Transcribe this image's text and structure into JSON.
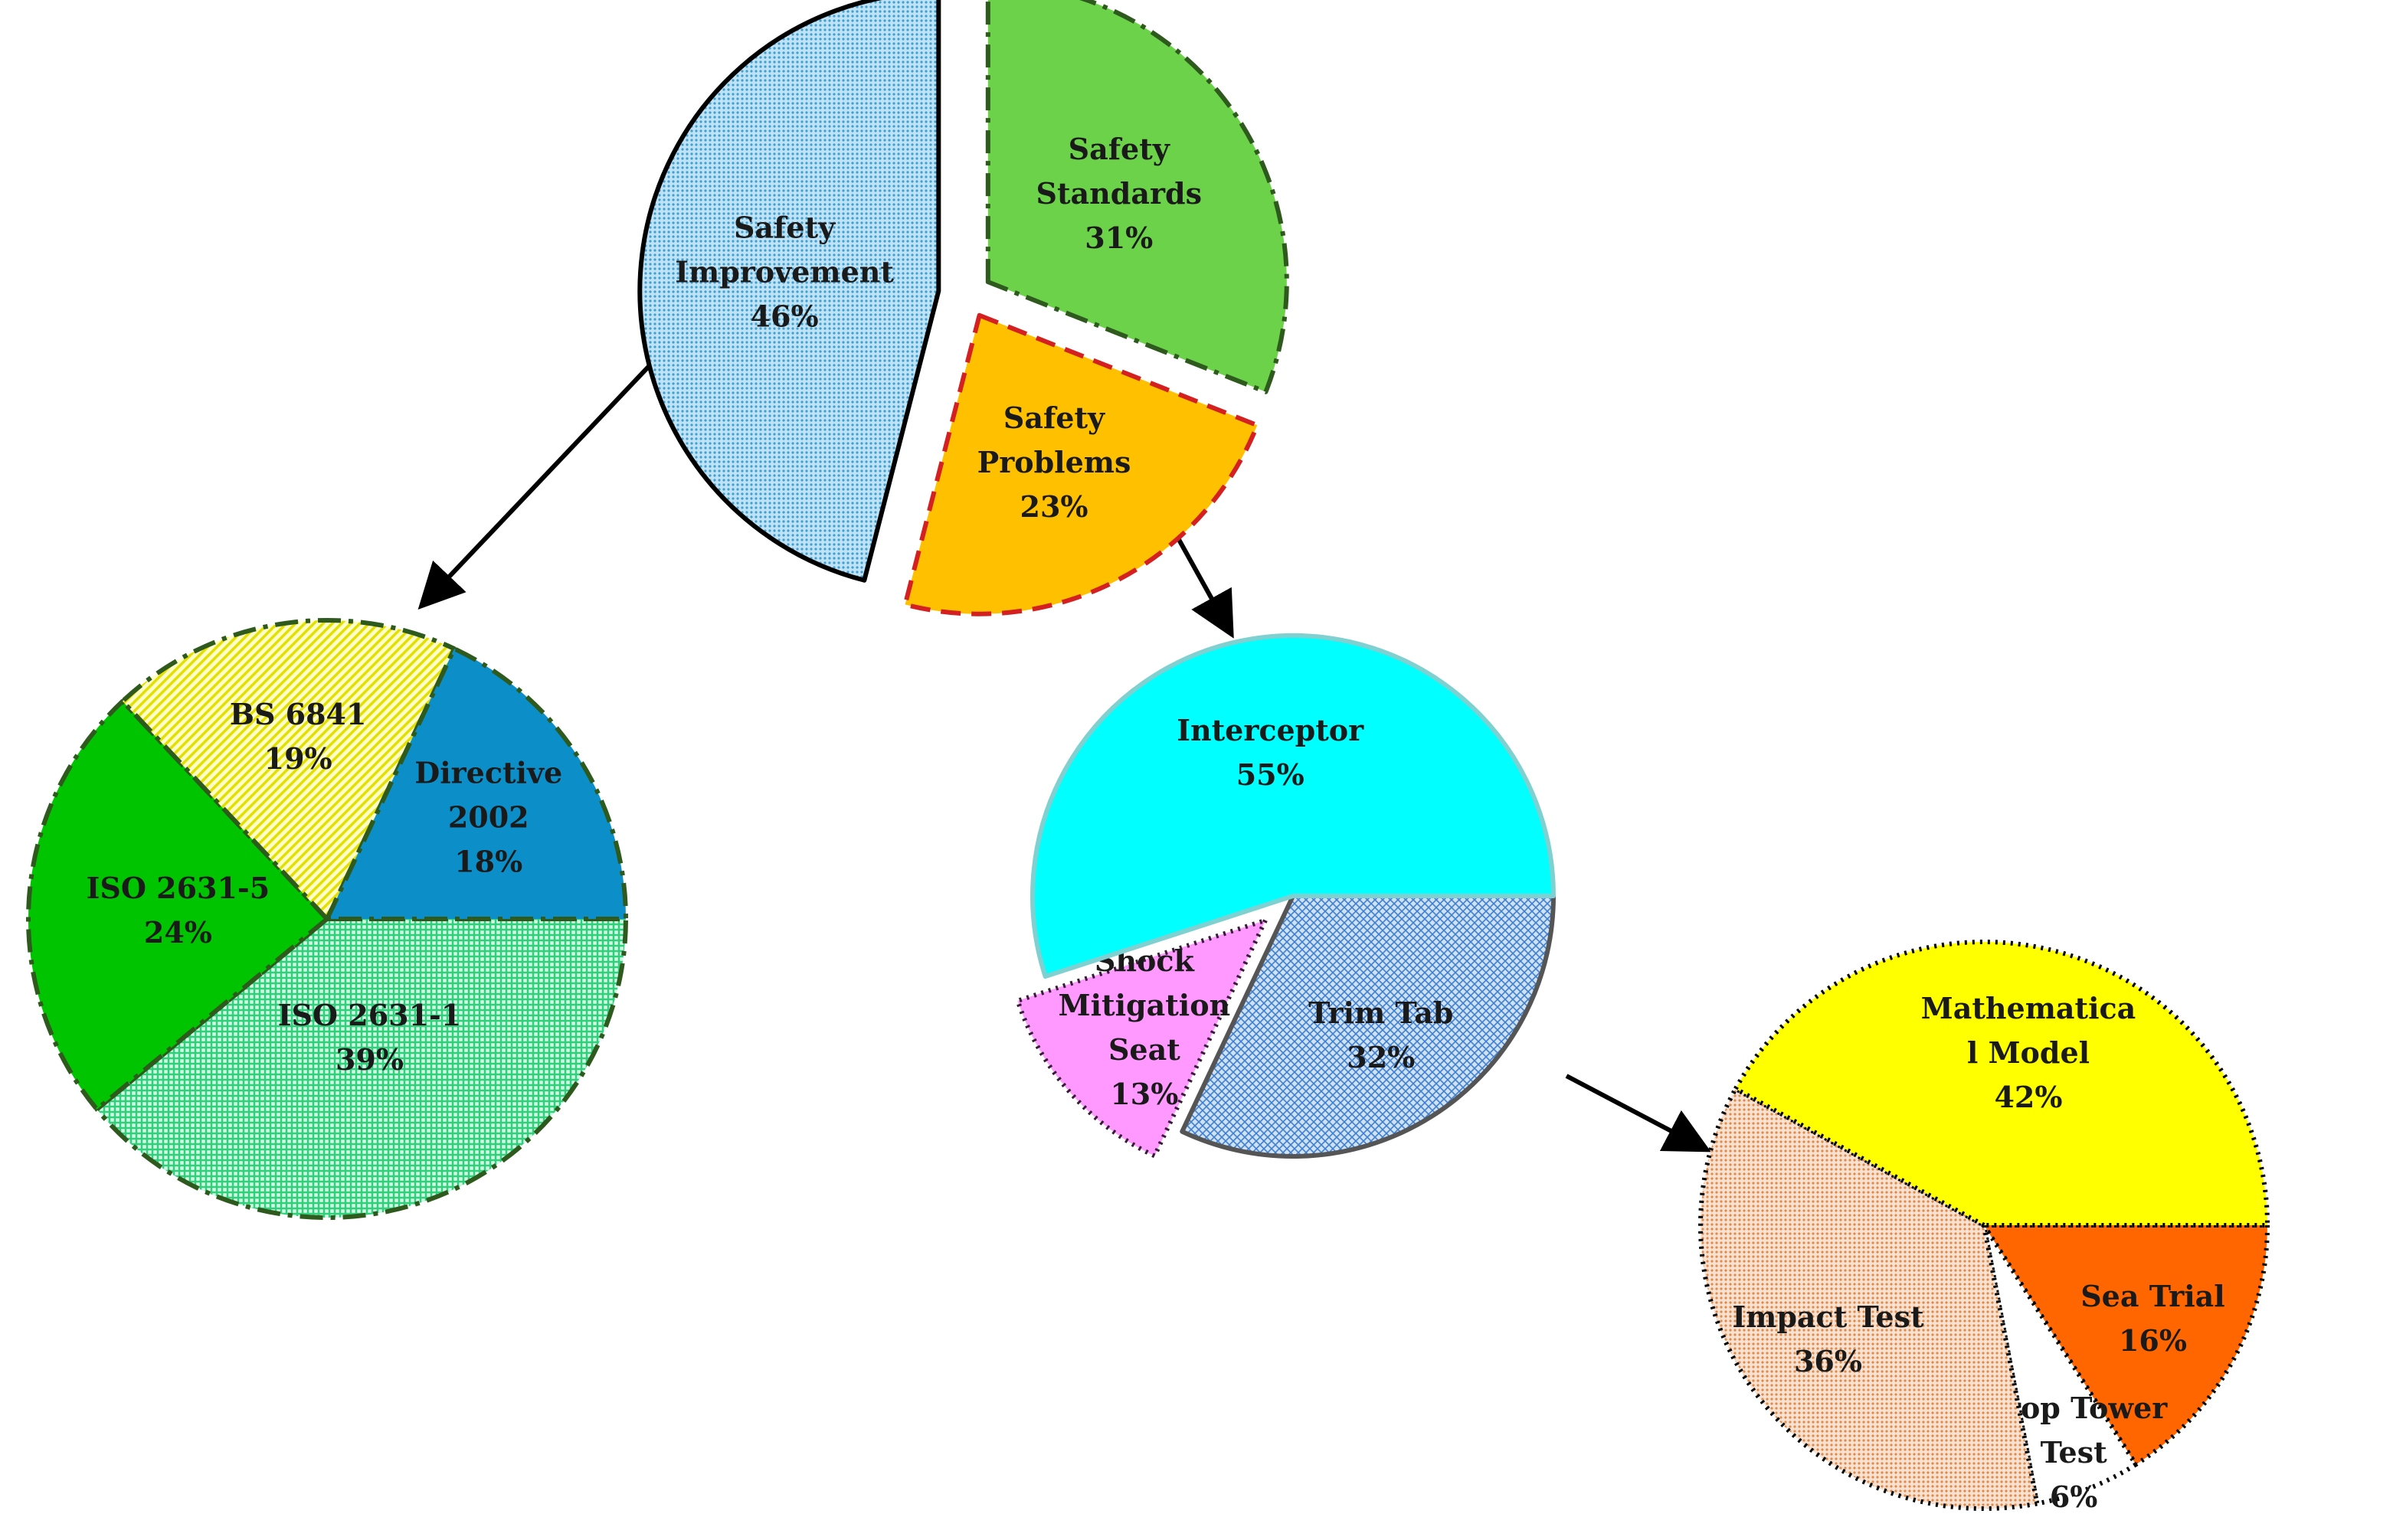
{
  "chart_data": [
    {
      "id": "overview",
      "type": "pie",
      "slices": [
        {
          "label": [
            "Safety",
            "Standards"
          ],
          "pct": "31%",
          "value": 31,
          "color": "#6cd24a",
          "pattern": "solid",
          "border": "#2e5a1e",
          "dash": "dashdot"
        },
        {
          "label": [
            "Safety",
            "Problems"
          ],
          "pct": "23%",
          "value": 23,
          "color": "#ffc000",
          "pattern": "solid",
          "border": "#d42020",
          "dash": "dash"
        },
        {
          "label": [
            "Safety",
            "Improvement"
          ],
          "pct": "46%",
          "value": 46,
          "color": "#bfe3f5",
          "pattern": "dots",
          "patternColor": "#3f9fd1",
          "border": "#000000",
          "dash": "solid"
        }
      ]
    },
    {
      "id": "standards",
      "type": "pie",
      "slices": [
        {
          "label": [
            "ISO 2631-1"
          ],
          "pct": "39%",
          "value": 39,
          "color": "#d7f7e6",
          "pattern": "grid",
          "patternColor": "#2ed17a",
          "border": "#2e5a1e",
          "dash": "dashdot"
        },
        {
          "label": [
            "ISO 2631-5"
          ],
          "pct": "24%",
          "value": 24,
          "color": "#00c400",
          "pattern": "solid",
          "border": "#2e5a1e",
          "dash": "dashdot"
        },
        {
          "label": [
            "BS 6841"
          ],
          "pct": "19%",
          "value": 19,
          "color": "#ffffc8",
          "pattern": "diag",
          "patternColor": "#e3e000",
          "border": "#2e5a1e",
          "dash": "dashdot"
        },
        {
          "label": [
            "Directive",
            "2002"
          ],
          "pct": "18%",
          "value": 18,
          "color": "#0c8fc8",
          "pattern": "solid",
          "border": "#2e5a1e",
          "dash": "dashdot"
        }
      ]
    },
    {
      "id": "improvement",
      "type": "pie",
      "slices": [
        {
          "label": [
            "Trim Tab"
          ],
          "pct": "32%",
          "value": 32,
          "color": "#cfe2f5",
          "pattern": "cross",
          "patternColor": "#3f7fd1",
          "border": "#555555",
          "dash": "solid"
        },
        {
          "label": [
            "Shock",
            "Mitigation",
            "Seat"
          ],
          "pct": "13%",
          "value": 13,
          "color": "#ff99ff",
          "pattern": "solid",
          "border": "#3a1a3a",
          "dash": "dot"
        },
        {
          "label": [
            "Interceptor"
          ],
          "pct": "55%",
          "value": 55,
          "color": "#00ffff",
          "pattern": "solid",
          "border": "#7fd0d0",
          "dash": "solid"
        }
      ]
    },
    {
      "id": "seat",
      "type": "pie",
      "slices": [
        {
          "label": [
            "Sea Trial"
          ],
          "pct": "16%",
          "value": 16,
          "color": "#ff6600",
          "pattern": "solid",
          "border": "#000000",
          "dash": "dot"
        },
        {
          "label": [
            "Drop Tower",
            "Test"
          ],
          "pct": "6%",
          "value": 6,
          "color": "#ffffff",
          "pattern": "solid",
          "border": "#000000",
          "dash": "dot"
        },
        {
          "label": [
            "Impact Test"
          ],
          "pct": "36%",
          "value": 36,
          "color": "#f7e2d2",
          "pattern": "dots",
          "patternColor": "#e08a4a",
          "border": "#000000",
          "dash": "dot"
        },
        {
          "label": [
            "Mathematica",
            "l Model"
          ],
          "pct": "42%",
          "value": 42,
          "color": "#ffff00",
          "pattern": "solid",
          "border": "#000000",
          "dash": "dot"
        }
      ]
    }
  ]
}
